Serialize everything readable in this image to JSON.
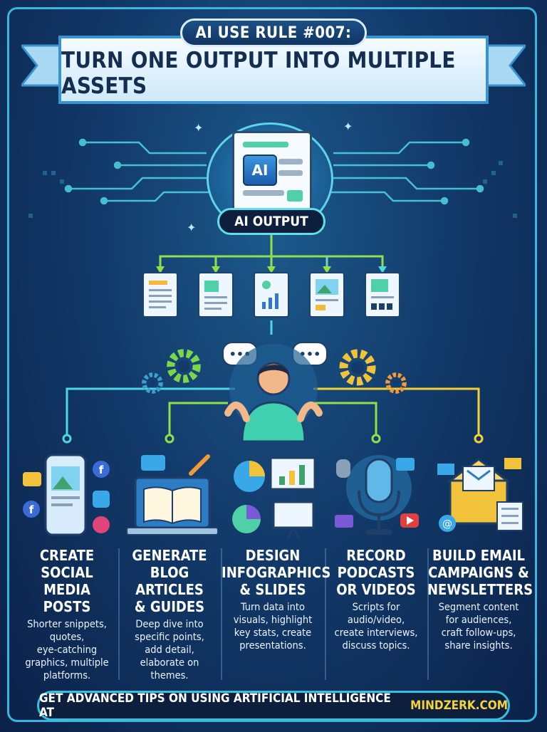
{
  "header": {
    "rule_badge": "AI USE RULE #007:",
    "title": "TURN ONE OUTPUT INTO MULTIPLE ASSETS"
  },
  "hero": {
    "doc_badge": "AI",
    "label": "AI OUTPUT"
  },
  "columns": [
    {
      "title_lines": [
        "CREATE",
        "SOCIAL MEDIA",
        "POSTS"
      ],
      "desc_lines": [
        "Shorter snippets,",
        "quotes,",
        "eye-catching",
        "graphics, multiple",
        "platforms."
      ]
    },
    {
      "title_lines": [
        "GENERATE",
        "BLOG ARTICLES",
        "& GUIDES"
      ],
      "desc_lines": [
        "Deep dive into",
        "specific points,",
        "add detail,",
        "elaborate on",
        "themes."
      ]
    },
    {
      "title_lines": [
        "DESIGN",
        "INFOGRAPHICS",
        "& SLIDES"
      ],
      "desc_lines": [
        "Turn data into",
        "visuals, highlight",
        "key stats, create",
        "presentations."
      ]
    },
    {
      "title_lines": [
        "RECORD",
        "PODCASTS",
        "OR VIDEOS"
      ],
      "desc_lines": [
        "Scripts for",
        "audio/video,",
        "create interviews,",
        "discuss topics."
      ]
    },
    {
      "title_lines": [
        "BUILD EMAIL",
        "CAMPAIGNS &",
        "NEWSLETTERS"
      ],
      "desc_lines": [
        "Segment content",
        "for audiences,",
        "craft follow-ups,",
        "share insights."
      ]
    }
  ],
  "footer": {
    "text": "GET ADVANCED TIPS ON USING ARTIFICIAL INTELLIGENCE AT",
    "brand": "MINDZERK.COM"
  },
  "colors": {
    "accent": "#39b6e0",
    "brand": "#f6d33b",
    "line_green": "#8fe04a",
    "line_cyan": "#4fd6e6",
    "line_yellow": "#f2d03a"
  }
}
